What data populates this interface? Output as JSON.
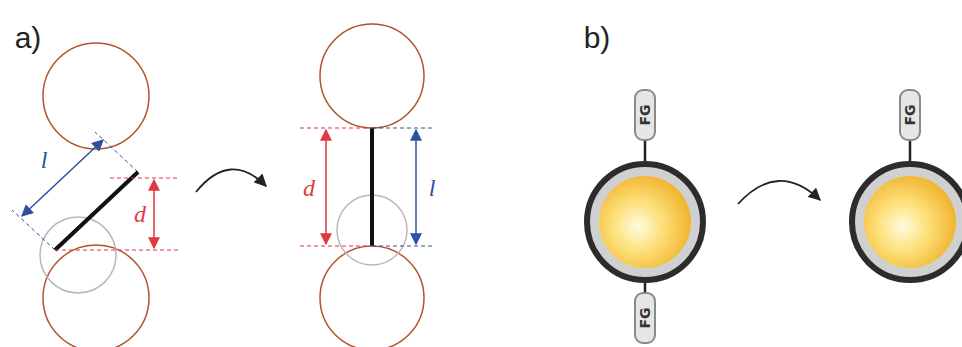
{
  "diagram": {
    "nodes": [
      {
        "text": [
          "FG"
        ]
      },
      {
        "text": [
          "FG"
        ]
      },
      {
        "text": [
          "FG"
        ]
      }
    ],
    "labels": [
      "a)",
      "b)",
      "l",
      "d",
      "d",
      "l"
    ]
  }
}
